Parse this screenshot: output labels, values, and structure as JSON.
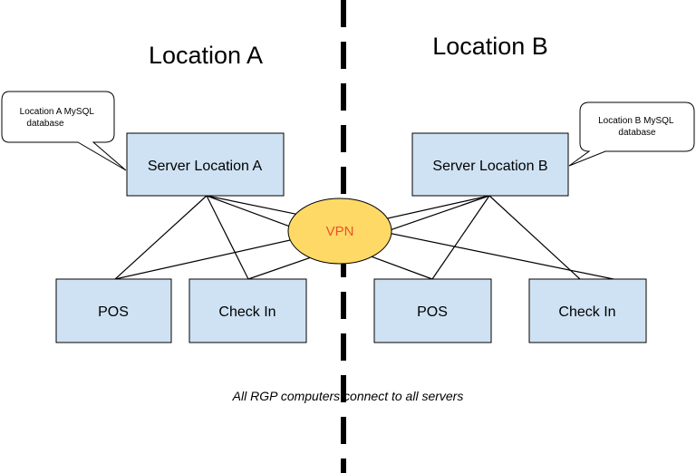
{
  "colors": {
    "box_fill": "#cfe2f3",
    "vpn_fill": "#ffd966",
    "vpn_text": "#e8542a",
    "divider": "#000000"
  },
  "location_a": {
    "title": "Location A",
    "callout": [
      "Location A MySQL",
      "database"
    ],
    "server": "Server Location A",
    "pos": "POS",
    "check_in": "Check In"
  },
  "location_b": {
    "title": "Location B",
    "callout": [
      "Location B MySQL",
      "database"
    ],
    "server": "Server Location B",
    "pos": "POS",
    "check_in": "Check In"
  },
  "vpn": {
    "label": "VPN"
  },
  "caption": "All RGP computers connect to all servers"
}
